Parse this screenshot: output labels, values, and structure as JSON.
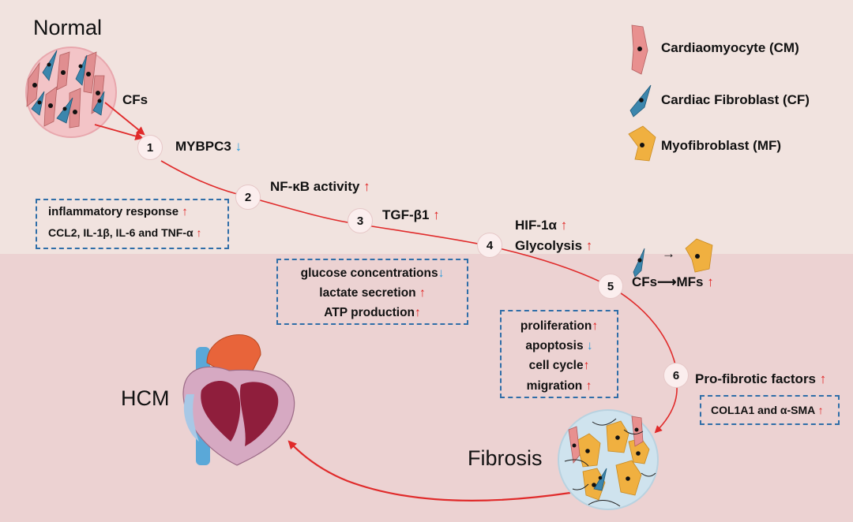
{
  "labels": {
    "normal": "Normal",
    "cfs": "CFs",
    "hcm": "HCM",
    "fibrosis": "Fibrosis"
  },
  "legend": [
    {
      "text": "Cardiaomyocyte (CM)",
      "icon": "cardiomyocyte-icon",
      "color": "#e8908f"
    },
    {
      "text": "Cardiac Fibroblast (CF)",
      "icon": "fibroblast-icon",
      "color": "#3c86ad"
    },
    {
      "text": "Myofibroblast (MF)",
      "icon": "myofibroblast-icon",
      "color": "#f0b040"
    }
  ],
  "steps": [
    {
      "num": "1",
      "text": "MYBPC3",
      "arrow": "↓"
    },
    {
      "num": "2",
      "text": "NF-κB activity",
      "arrow": "↑"
    },
    {
      "num": "3",
      "text": "TGF-β1",
      "arrow": "↑"
    },
    {
      "num": "4",
      "line1": "HIF-1α",
      "line1_arrow": "↑",
      "line2": "Glycolysis",
      "line2_arrow": "↑"
    },
    {
      "num": "5",
      "text": "CFs⟶MFs",
      "arrow": "↑"
    },
    {
      "num": "6",
      "text": "Pro-fibrotic factors",
      "arrow": "↑"
    }
  ],
  "boxes": {
    "inflammation": [
      {
        "text": "inflammatory response",
        "arrow": "↑"
      },
      {
        "text": "CCL2, IL-1β, IL-6 and TNF-α",
        "arrow": "↑"
      }
    ],
    "metabolism": [
      {
        "text": "glucose concentrations",
        "arrow": "↓"
      },
      {
        "text": "lactate secretion",
        "arrow": "↑"
      },
      {
        "text": "ATP production",
        "arrow": "↑"
      }
    ],
    "cell_behavior": [
      {
        "text": "proliferation",
        "arrow": "↑"
      },
      {
        "text": "apoptosis",
        "arrow": "↓"
      },
      {
        "text": "cell cycle",
        "arrow": "↑"
      },
      {
        "text": "migration",
        "arrow": "↑"
      }
    ],
    "markers": [
      {
        "text": "COL1A1 and α-SMA",
        "arrow": "↑"
      }
    ]
  },
  "transition_arrow": "→",
  "colors": {
    "pathway": "#e02a2a",
    "up_arrow": "#e02020",
    "down_arrow": "#2a9ad8",
    "box_border": "#2f6ea8"
  }
}
